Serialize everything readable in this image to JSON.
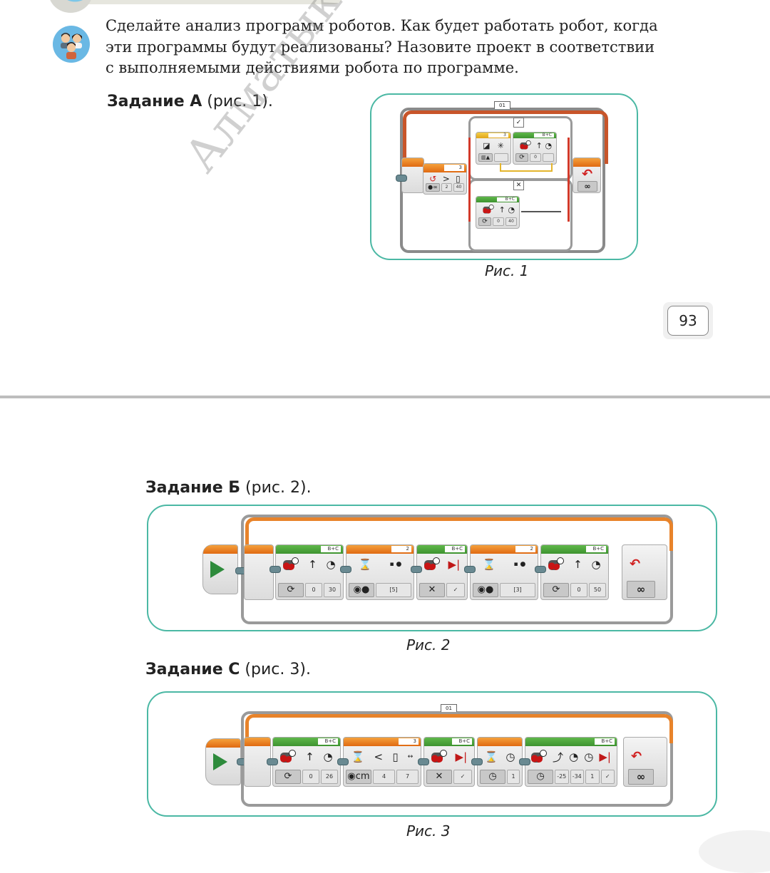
{
  "intro": {
    "lines": [
      "Сделайте анализ программ роботов. Как будет работать робот, когда",
      "эти программы будут реализованы? Назовите проект в соответствии",
      "с выполняемыми действиями робота по программе."
    ],
    "avatar_icon": "students-group-icon"
  },
  "watermark": "Алматыкітап баспасы",
  "page_number": "93",
  "tasks": [
    {
      "title_bold": "Задание А",
      "title_rest": " (рис. 1).",
      "caption": "Рис. 1",
      "program": {
        "loop_index": "01",
        "loop_mode": "∞",
        "switch": {
          "port": "3",
          "compare": ">",
          "values": [
            "2",
            "40"
          ],
          "case_true_label": "✓",
          "case_false_label": "✕",
          "case_true_blocks": [
            {
              "type": "color-sensor",
              "port": "3",
              "icons": [
                "◪",
                "✳"
              ],
              "mode": "▥▲"
            },
            {
              "type": "move-steering",
              "port": "B+C",
              "params": [
                "0"
              ],
              "mode": "⟳"
            }
          ],
          "case_false_blocks": [
            {
              "type": "move-steering",
              "port": "B+C",
              "params": [
                "0",
                "40"
              ],
              "mode": "⟳"
            }
          ]
        }
      }
    },
    {
      "title_bold": "Задание Б",
      "title_rest": " (рис. 2).",
      "caption": "Рис. 2",
      "program": {
        "loop_mode": "∞",
        "blocks": [
          {
            "type": "move-steering",
            "port": "B+C",
            "mode": "⟳",
            "params": [
              "0",
              "30"
            ]
          },
          {
            "type": "wait-color",
            "port": "2",
            "mode": "◉●",
            "params": [
              "[5]"
            ]
          },
          {
            "type": "move-steering-off",
            "port": "B+C",
            "mode": "✕",
            "params": [
              "✓"
            ]
          },
          {
            "type": "wait-color",
            "port": "2",
            "mode": "◉●",
            "params": [
              "[3]"
            ]
          },
          {
            "type": "move-steering",
            "port": "B+C",
            "mode": "⟳",
            "params": [
              "0",
              "50"
            ]
          }
        ]
      }
    },
    {
      "title_bold": "Задание С",
      "title_rest": " (рис. 3).",
      "caption": "Рис. 3",
      "program": {
        "loop_index": "01",
        "loop_mode": "∞",
        "blocks": [
          {
            "type": "move-steering",
            "port": "B+C",
            "mode": "⟳",
            "params": [
              "0",
              "26"
            ]
          },
          {
            "type": "wait-ultrasonic",
            "port": "3",
            "mode": "◉cm",
            "compare": "<",
            "params": [
              "4",
              "7"
            ]
          },
          {
            "type": "move-steering-off",
            "port": "B+C",
            "mode": "✕",
            "params": [
              "✓"
            ]
          },
          {
            "type": "wait-time",
            "port": "",
            "mode": "◷",
            "params": [
              "1"
            ]
          },
          {
            "type": "move-steering-seconds",
            "port": "B+C",
            "mode": "◷",
            "params": [
              "-25",
              "-34",
              "1",
              "✓"
            ]
          }
        ]
      }
    }
  ]
}
